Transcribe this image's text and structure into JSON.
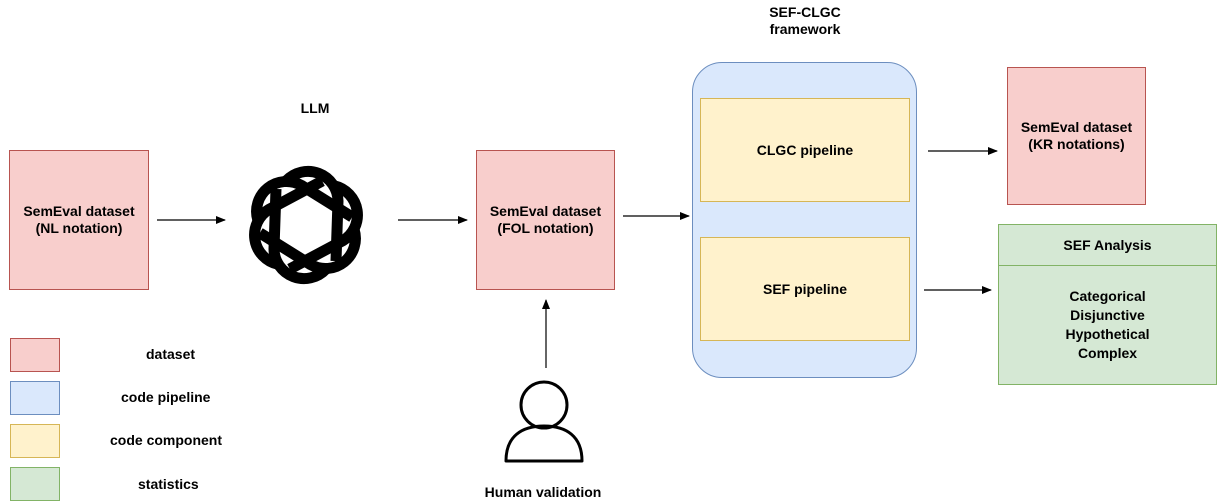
{
  "nodes": {
    "nl_dataset": [
      "SemEval dataset",
      "(NL notation)"
    ],
    "llm_label": "LLM",
    "fol_dataset": [
      "SemEval dataset",
      "(FOL notation)"
    ],
    "framework_title": [
      "SEF-CLGC",
      "framework"
    ],
    "clgc_pipeline": "CLGC pipeline",
    "sef_pipeline": "SEF pipeline",
    "kr_dataset": [
      "SemEval dataset",
      "(KR notations)"
    ],
    "sef_analysis_title": "SEF Analysis",
    "sef_analysis_items": [
      "Categorical",
      "Disjunctive",
      "Hypothetical",
      "Complex"
    ],
    "human_label": "Human validation"
  },
  "legend": [
    {
      "label": "dataset",
      "fill": "#f8cecc",
      "stroke": "#b85450"
    },
    {
      "label": "code pipeline",
      "fill": "#dae8fc",
      "stroke": "#6c8ebf"
    },
    {
      "label": "code component",
      "fill": "#fff2cc",
      "stroke": "#d6b656"
    },
    {
      "label": "statistics",
      "fill": "#d5e8d4",
      "stroke": "#82b366"
    }
  ],
  "icons": [
    "openai-logo-icon",
    "person-icon"
  ]
}
